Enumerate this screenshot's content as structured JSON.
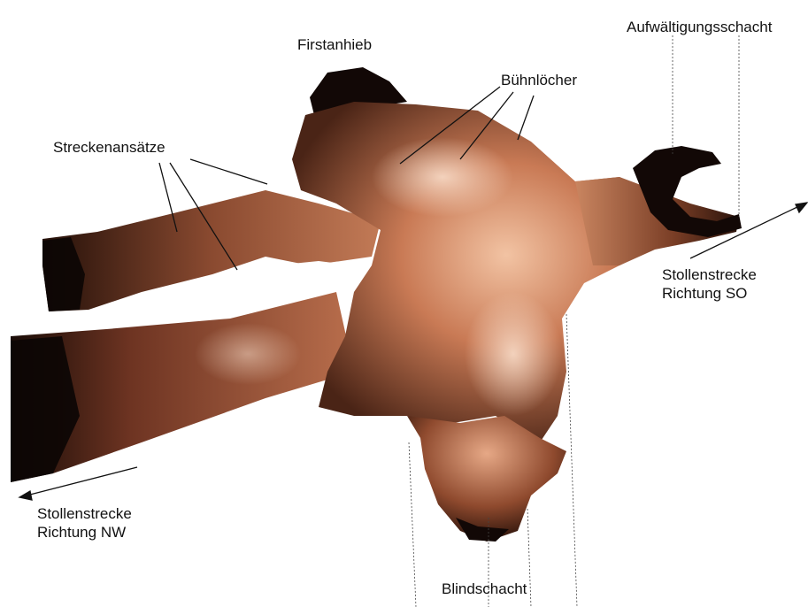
{
  "labels": {
    "firstanhieb": "Firstanhieb",
    "buehnloecher": "Bühnlöcher",
    "aufwaeltigungsschacht": "Aufwältigungsschacht",
    "streckenansaetze": "Streckenansätze",
    "stollen_so_line1": "Stollenstrecke",
    "stollen_so_line2": "Richtung SO",
    "stollen_nw_line1": "Stollenstrecke",
    "stollen_nw_line2": "Richtung NW",
    "blindschacht": "Blindschacht"
  },
  "colors": {
    "rock_light": "#e9b08e",
    "rock_mid": "#a8593a",
    "rock_dark": "#3a1a10",
    "void": "#0b0604",
    "line": "#111111"
  }
}
